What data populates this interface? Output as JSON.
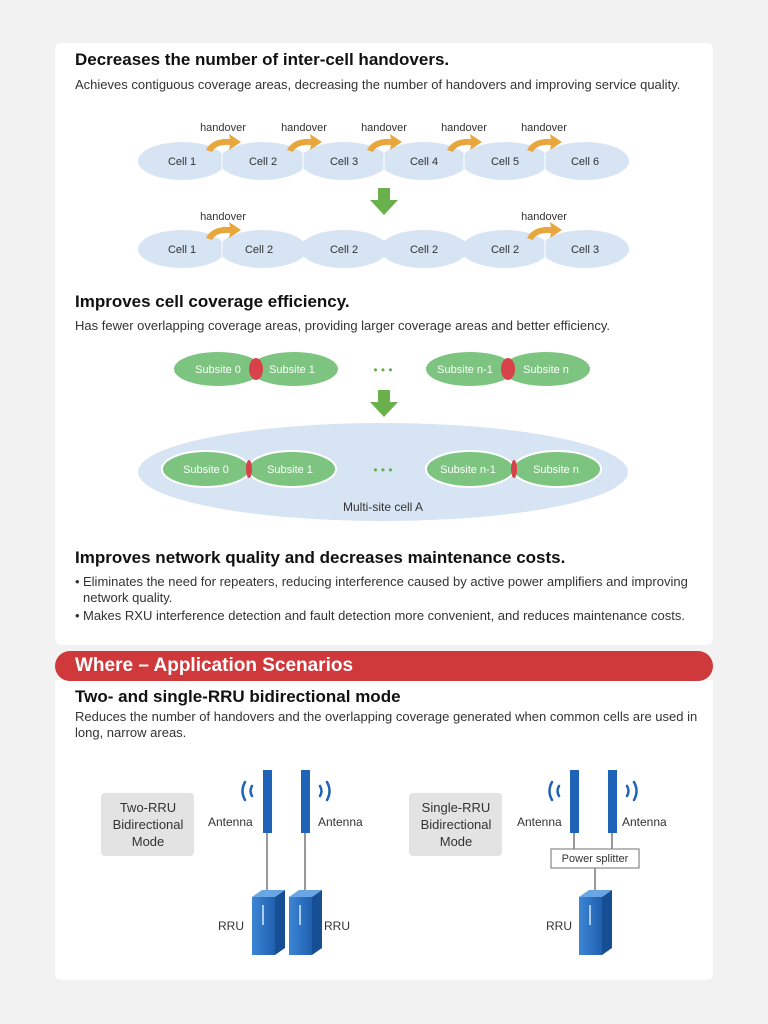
{
  "section1": {
    "heading": "Decreases the number of inter-cell handovers.",
    "desc": "Achieves contiguous coverage areas, decreasing the number of handovers and improving service quality.",
    "handover_label": "handover",
    "row1_cells": [
      "Cell 1",
      "Cell 2",
      "Cell 3",
      "Cell 4",
      "Cell 5",
      "Cell 6"
    ],
    "row2_cells": [
      "Cell 1",
      "Cell 2",
      "Cell 2",
      "Cell 2",
      "Cell 2",
      "Cell 3"
    ]
  },
  "section2": {
    "heading": "Improves cell coverage efficiency.",
    "desc": "Has fewer overlapping coverage areas, providing larger coverage areas and better efficiency.",
    "subsites": [
      "Subsite 0",
      "Subsite 1",
      "Subsite n-1",
      "Subsite n"
    ],
    "ellipsis": "• • •",
    "multi_site_label": "Multi-site cell A"
  },
  "section3": {
    "heading": "Improves network quality and decreases maintenance costs.",
    "bullets": [
      "Eliminates the need for repeaters, reducing interference caused by active power amplifiers and improving network quality.",
      "Makes RXU interference detection and fault detection more convenient, and reduces maintenance costs."
    ]
  },
  "banner": {
    "title": "Where – Application Scenarios"
  },
  "section4": {
    "heading": "Two- and single-RRU bidirectional mode",
    "desc": "Reduces the number of handovers and the overlapping coverage generated when common cells are used in long, narrow areas.",
    "two_rru_mode": [
      "Two-RRU",
      "Bidirectional",
      "Mode"
    ],
    "single_rru_mode": [
      "Single-RRU",
      "Bidirectional",
      "Mode"
    ],
    "antenna_label": "Antenna",
    "rru_label": "RRU",
    "power_splitter_label": "Power splitter"
  },
  "colors": {
    "cell_fill": "#d6e4f3",
    "handover_arrow": "#e8a73c",
    "down_arrow": "#6ab04c",
    "subsite_fill": "#7cc47f",
    "overlap_red": "#d8424a",
    "banner_red": "#d0393c",
    "rru_blue": "#2a72c8"
  }
}
